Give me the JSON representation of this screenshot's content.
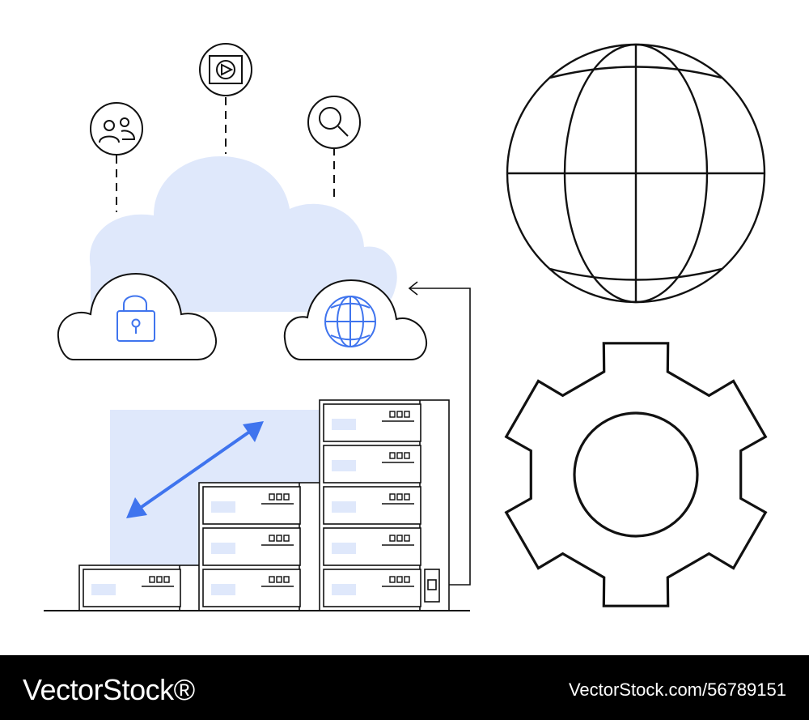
{
  "footer": {
    "brand": "VectorStock®",
    "image_id": "VectorStock.com/56789151"
  },
  "colors": {
    "line": "#111111",
    "accent": "#3f74ee",
    "fill": "#dfe8fb",
    "footer_bg": "#000000",
    "footer_text": "#ffffff"
  },
  "icons": {
    "cloud_left_badge": "users-icon",
    "cloud_top_badge": "video-play-icon",
    "cloud_right_badge": "search-icon",
    "left_small_cloud": "padlock-icon",
    "right_small_cloud": "globe-icon",
    "large_left": "server-rack-icon",
    "large_top_right": "wireframe-globe-icon",
    "large_bottom_right": "gear-icon",
    "arrow": "double-headed-arrow-icon"
  },
  "server_racks": [
    {
      "units": 1
    },
    {
      "units": 3
    },
    {
      "units": 5
    }
  ]
}
